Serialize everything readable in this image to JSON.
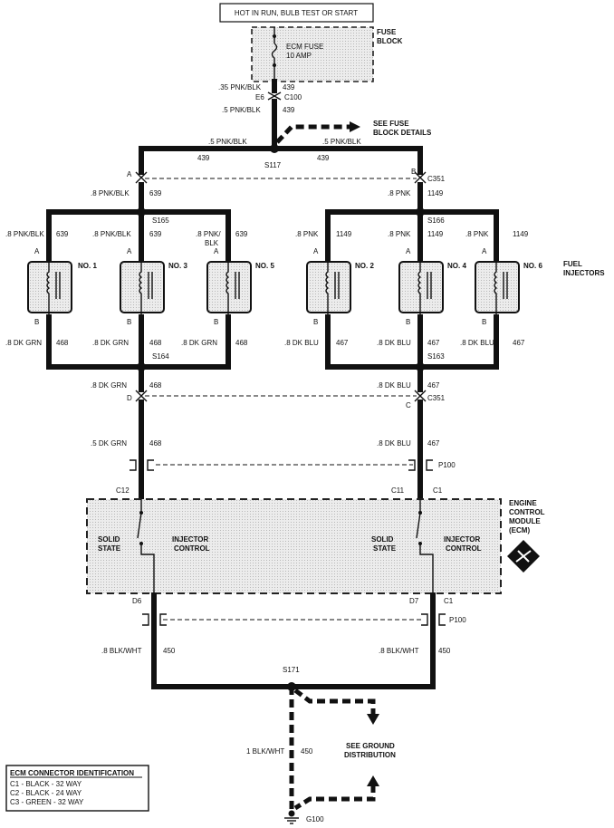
{
  "title": "HOT IN RUN, BULB TEST OR START",
  "fuse_block": {
    "label_1": "FUSE",
    "label_2": "BLOCK",
    "fuse_name": "ECM FUSE",
    "fuse_rating": "10 AMP"
  },
  "feed": {
    "upper_wire": ".35 PNK/BLK",
    "upper_circuit": "439",
    "conn_pin": "E6",
    "conn_name": "C100",
    "lower_wire": ".5 PNK/BLK",
    "lower_circuit": "439",
    "see_fuse_1": "SEE FUSE",
    "see_fuse_2": "BLOCK DETAILS"
  },
  "bus": {
    "left_wire": ".5 PNK/BLK",
    "left_circuit": "439",
    "right_wire": ".5 PNK/BLK",
    "right_circuit": "439",
    "splice": "S117"
  },
  "c351_top": {
    "left_pin": "A",
    "right_pin": "B",
    "name": "C351",
    "left_wire": ".8 PNK/BLK",
    "left_circuit": "639",
    "right_wire": ".8 PNK",
    "right_circuit": "1149"
  },
  "splices": {
    "left_top": "S165",
    "right_top": "S166",
    "left_bottom": "S164",
    "right_bottom": "S163",
    "ground": "S171"
  },
  "injectors": [
    {
      "name": "NO. 1",
      "wire_a": ".8 PNK/BLK",
      "circ_a": "639",
      "wire_b": ".8 DK GRN",
      "circ_b": "468"
    },
    {
      "name": "NO. 3",
      "wire_a": ".8 PNK/BLK",
      "circ_a": "639",
      "wire_b": ".8 DK GRN",
      "circ_b": "468"
    },
    {
      "name": "NO. 5",
      "wire_a_1": ".8 PNK/",
      "wire_a_2": "BLK",
      "circ_a": "639",
      "wire_b": ".8 DK GRN",
      "circ_b": "468"
    },
    {
      "name": "NO. 2",
      "wire_a": ".8 PNK",
      "circ_a": "1149",
      "wire_b": ".8 DK BLU",
      "circ_b": "467"
    },
    {
      "name": "NO. 4",
      "wire_a": ".8 PNK",
      "circ_a": "1149",
      "wire_b": ".8 DK BLU",
      "circ_b": "467"
    },
    {
      "name": "NO. 6",
      "wire_a": ".8 PNK",
      "circ_a": "1149",
      "wire_b": ".8 DK BLU",
      "circ_b": "467"
    }
  ],
  "pin_a": "A",
  "pin_b": "B",
  "fuel_injectors_1": "FUEL",
  "fuel_injectors_2": "INJECTORS",
  "c351_bottom": {
    "left_pin": "D",
    "right_pin": "C",
    "name": "C351",
    "left_wire": ".8 DK GRN",
    "left_circuit": "468",
    "right_wire": ".8 DK BLU",
    "right_circuit": "467"
  },
  "p100_top": {
    "name": "P100",
    "left_wire": ".5 DK GRN",
    "left_circuit": "468",
    "right_wire": ".8 DK BLU",
    "right_circuit": "467"
  },
  "ecm": {
    "pin_left_top": "C12",
    "pin_right_top": "C11",
    "conn_top": "C1",
    "label_1": "ENGINE",
    "label_2": "CONTROL",
    "label_3": "MODULE",
    "label_4": "(ECM)",
    "solid_1": "SOLID",
    "state": "STATE",
    "injector": "INJECTOR",
    "control": "CONTROL",
    "pin_left_bottom": "D6",
    "pin_right_bottom": "D7",
    "conn_bottom": "C1"
  },
  "p100_bottom": {
    "name": "P100",
    "left_wire": ".8 BLK/WHT",
    "left_circuit": "450",
    "right_wire": ".8 BLK/WHT",
    "right_circuit": "450"
  },
  "ground": {
    "wire": "1 BLK/WHT",
    "circuit": "450",
    "see_1": "SEE GROUND",
    "see_2": "DISTRIBUTION",
    "name": "G100"
  },
  "legend": {
    "title": "ECM CONNECTOR IDENTIFICATION",
    "rows": [
      "C1 - BLACK - 32 WAY",
      "C2 - BLACK - 24 WAY",
      "C3 - GREEN - 32 WAY"
    ]
  }
}
